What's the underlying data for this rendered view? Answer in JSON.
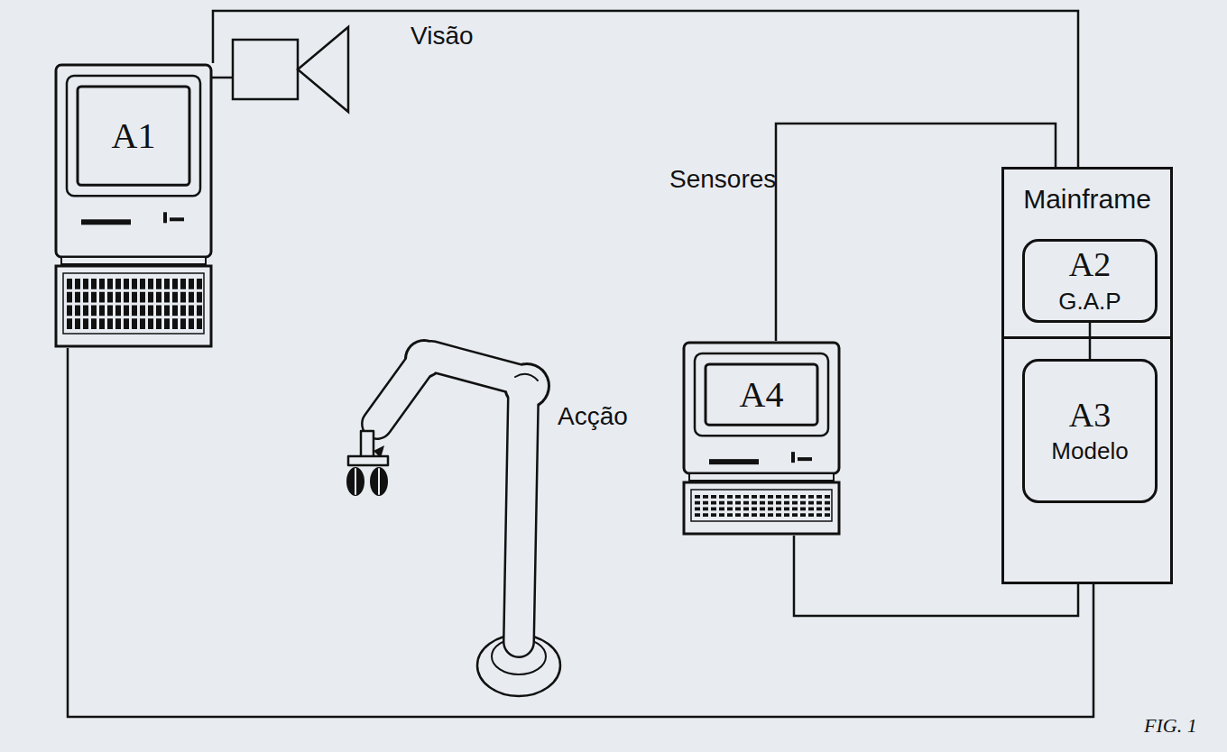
{
  "diagram": {
    "caption": "FIG. 1",
    "nodes": [
      {
        "text": [
          "A1"
        ]
      },
      {
        "text": [
          "Mainframe"
        ]
      },
      {
        "text": [
          "A2",
          "G.A.P"
        ],
        "in": 1
      },
      {
        "text": [
          "A3",
          "Modelo"
        ],
        "in": 1
      },
      {
        "text": [
          "A4"
        ]
      }
    ],
    "edges": [
      {
        "from": 0,
        "to": 1,
        "arrow": "none"
      },
      {
        "from": 4,
        "to": 1,
        "arrow": "none"
      },
      {
        "from": 1,
        "to": 0,
        "arrow": "none"
      },
      {
        "from": 1,
        "to": 4,
        "arrow": "none"
      },
      {
        "from": 2,
        "to": 3,
        "arrow": "none"
      }
    ],
    "labels": [
      "Visão",
      "Sensores",
      "Acção"
    ]
  }
}
